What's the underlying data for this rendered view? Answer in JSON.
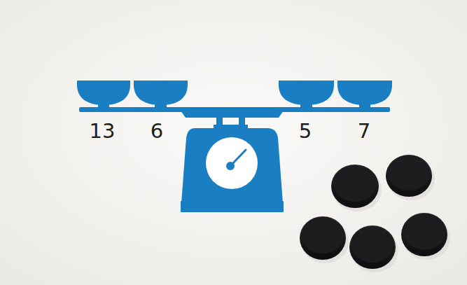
{
  "diagram": {
    "labels": [
      "13",
      "6",
      "5",
      "7"
    ]
  }
}
